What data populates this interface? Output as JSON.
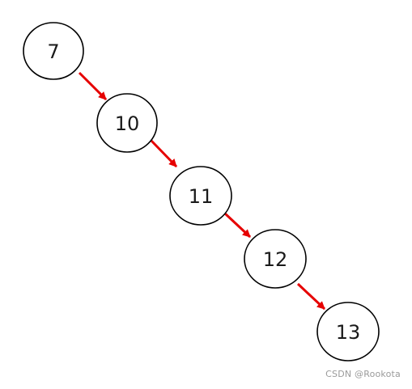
{
  "diagram": {
    "nodes": [
      {
        "id": "n7",
        "label": "7"
      },
      {
        "id": "n10",
        "label": "10"
      },
      {
        "id": "n11",
        "label": "11"
      },
      {
        "id": "n12",
        "label": "12"
      },
      {
        "id": "n13",
        "label": "13"
      }
    ],
    "edges": [
      {
        "from": "n7",
        "to": "n10"
      },
      {
        "from": "n10",
        "to": "n11"
      },
      {
        "from": "n11",
        "to": "n12"
      },
      {
        "from": "n12",
        "to": "n13"
      }
    ],
    "colors": {
      "node_stroke": "#000000",
      "node_fill": "#ffffff",
      "arrow": "#e60000",
      "label": "#1a1a1a"
    }
  },
  "watermark": "CSDN @Rookota"
}
